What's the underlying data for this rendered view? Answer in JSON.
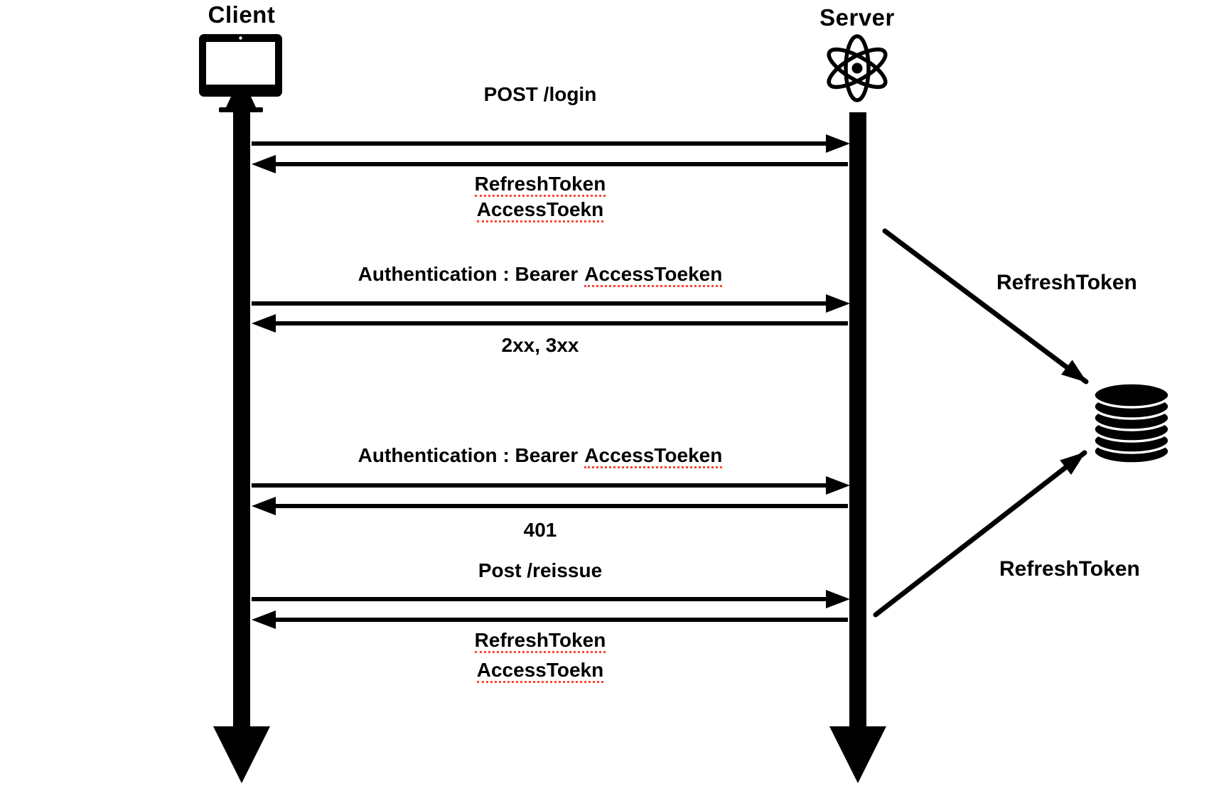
{
  "page": {
    "background_color": "#ffffff",
    "ink_color": "#000000",
    "spellcheck_underline_color": "#ff4433"
  },
  "actors": {
    "client": {
      "label": "Client",
      "icon": "desktop-monitor-icon"
    },
    "server": {
      "label": "Server",
      "icon": "atom-icon"
    }
  },
  "messages": {
    "login_request": {
      "label": "POST /login",
      "direction": "client-to-server"
    },
    "login_response": {
      "line1": "RefreshToken",
      "line2": "AccessToekn",
      "direction": "server-to-client",
      "misspelled": true
    },
    "auth_request_1": {
      "prefix": "Authentication : Bearer",
      "token": "AccessToeken",
      "direction": "client-to-server",
      "misspelled": true
    },
    "auth_response_1": {
      "label": "2xx, 3xx",
      "direction": "server-to-client"
    },
    "auth_request_2": {
      "prefix": "Authentication : Bearer",
      "token": "AccessToeken",
      "direction": "client-to-server",
      "misspelled": true
    },
    "auth_response_2": {
      "label": "401",
      "direction": "server-to-client"
    },
    "reissue_request": {
      "label": "Post /reissue",
      "direction": "client-to-server"
    },
    "reissue_response": {
      "line1": "RefreshToken",
      "line2": "AccessToekn",
      "direction": "server-to-client",
      "misspelled": true
    }
  },
  "token_store": {
    "icon": "database-icon",
    "save_label": "RefreshToken",
    "load_label": "RefreshToken"
  }
}
